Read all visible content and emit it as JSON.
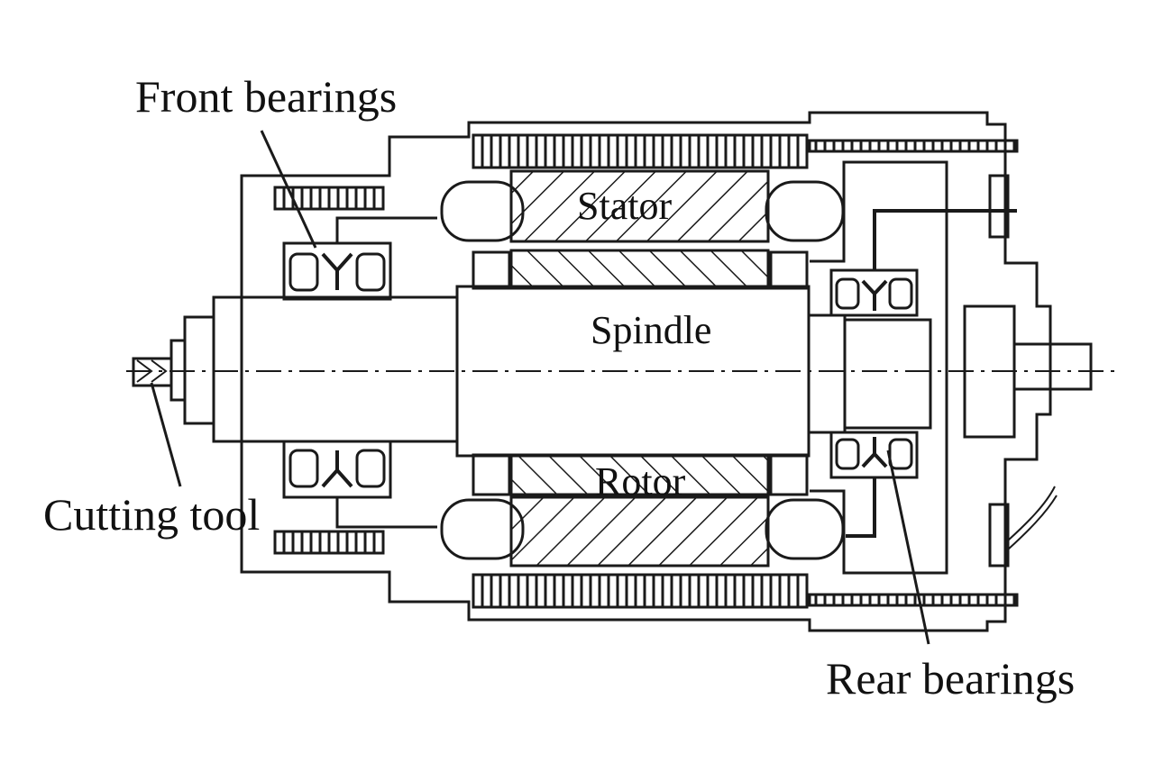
{
  "labels": {
    "front_bearings": "Front bearings",
    "cutting_tool": "Cutting tool",
    "rear_bearings": "Rear bearings",
    "stator": "Stator",
    "spindle": "Spindle",
    "rotor": "Rotor"
  },
  "colors": {
    "line": "#1a1a1a",
    "background": "#ffffff"
  }
}
